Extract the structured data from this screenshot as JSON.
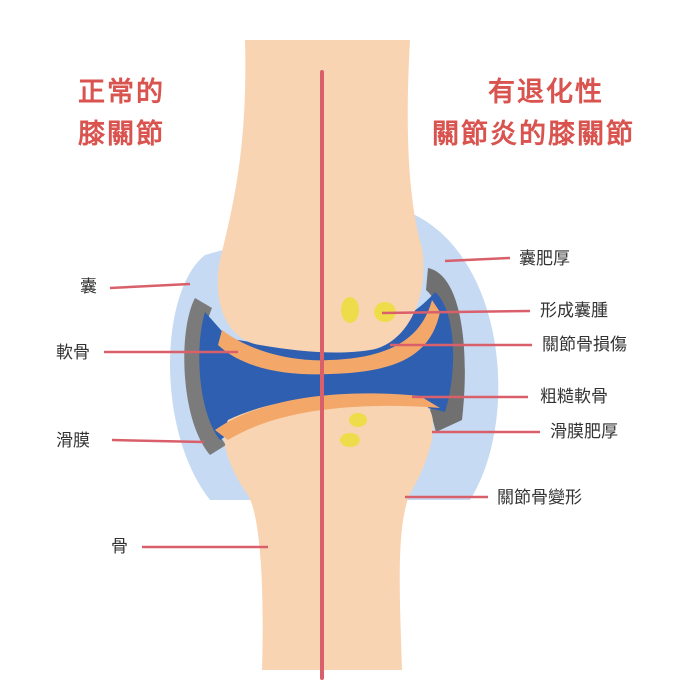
{
  "titles": {
    "normal_line1": "正常的",
    "normal_line2": "膝關節",
    "oa_line1": "有退化性",
    "oa_line2": "關節炎的膝關節"
  },
  "labels_left": {
    "capsule": "囊",
    "cartilage": "軟骨",
    "synovium": "滑膜",
    "bone": "骨"
  },
  "labels_right": {
    "capsule_thickening": "囊肥厚",
    "cyst_formation": "形成囊腫",
    "joint_bone_damage": "關節骨損傷",
    "rough_cartilage": "粗糙軟骨",
    "synovium_thickening": "滑膜肥厚",
    "joint_bone_deformity": "關節骨變形"
  },
  "colors": {
    "title": "#d9534f",
    "leader": "#d9606a",
    "bone": "#f9d2b0",
    "cartilage": "#f4a366",
    "fluid": "#2e63b5",
    "capsule": "#b9d1f0",
    "synovium": "#7a7a7a",
    "cyst": "#f0dc4a"
  }
}
